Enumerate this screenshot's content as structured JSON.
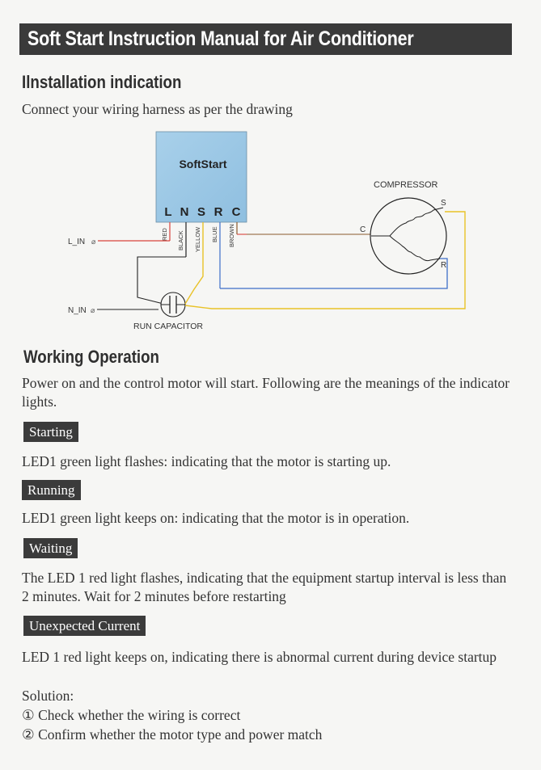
{
  "header": {
    "title": "Soft Start Instruction Manual for Air Conditioner"
  },
  "installation": {
    "heading": "Ilnstallation indication",
    "intro": "Connect your wiring harness as per the drawing"
  },
  "diagram": {
    "softstart_label": "SoftStart",
    "terminals": [
      "L",
      "N",
      "S",
      "R",
      "C"
    ],
    "wire_labels": [
      "RED",
      "BLACK",
      "YELLOW",
      "BLUE",
      "BROWN"
    ],
    "compressor_label": "COMPRESSOR",
    "compressor_pins": [
      "C",
      "S",
      "R"
    ],
    "l_in": "L_IN",
    "n_in": "N_IN",
    "capacitor_label": "RUN CAPACITOR",
    "colors": {
      "red": "#d9443c",
      "yellow": "#e9c227",
      "blue": "#3d6ec8",
      "brown": "#8a5a2b",
      "black": "#222222",
      "box": "#9cc7e4"
    }
  },
  "working": {
    "heading": "Working Operation",
    "intro": "Power on and the control motor will start. Following are the meanings of the indicator lights.",
    "sections": [
      {
        "tag": "Starting",
        "text": "LED1 green light flashes: indicating that the motor is starting up."
      },
      {
        "tag": "Running",
        "text": "LED1 green light keeps on: indicating that the motor is in operation."
      },
      {
        "tag": "Waiting",
        "text": "The LED 1 red light flashes, indicating that the equipment startup interval is less than 2 minutes. Wait for 2 minutes before restarting"
      },
      {
        "tag": "Unexpected Current",
        "text": "LED 1 red light keeps on, indicating there is abnormal current during device startup"
      }
    ],
    "solution_label": "Solution:",
    "solutions": [
      "① Check whether the wiring is correct",
      "② Confirm whether the motor type and power match"
    ]
  }
}
